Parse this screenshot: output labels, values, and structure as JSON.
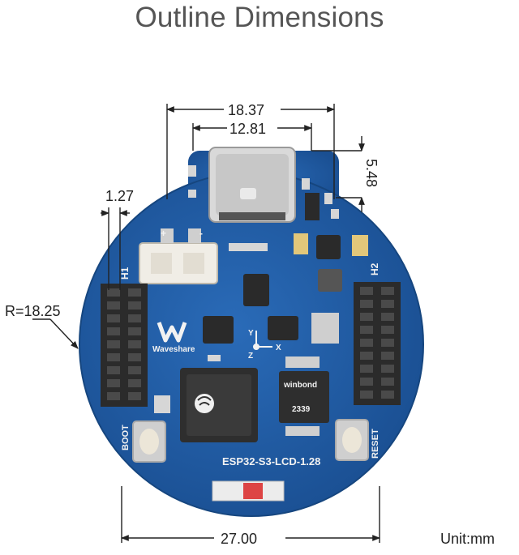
{
  "title": "Outline Dimensions",
  "unit_label": "Unit:mm",
  "dimensions": {
    "overall_width": "18.37",
    "usb_width": "12.81",
    "usb_depth": "5.48",
    "pin_pitch": "1.27",
    "radius": "R=18.25",
    "board_width": "27.00"
  },
  "board": {
    "name": "ESP32-S3-LCD-1.28",
    "brand": "Waveshare",
    "header_left": "H1",
    "header_right": "H2",
    "button_left": "BOOT",
    "button_right": "RESET",
    "flash_brand": "winbond",
    "flash_code": "2339",
    "axis_x": "X",
    "axis_y": "Y",
    "axis_z": "Z",
    "battery_plus": "+",
    "battery_minus": "-"
  },
  "colors": {
    "pcb": "#1f5fa8",
    "pcb_dark": "#174a86",
    "dimension_line": "#222222"
  }
}
